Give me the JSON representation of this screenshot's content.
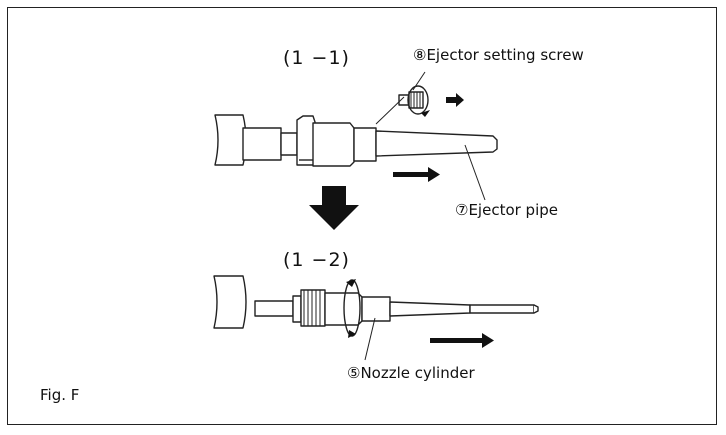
{
  "figure": {
    "caption": "Fig. F",
    "step1_label": "(1 −1)",
    "step2_label": "(1 −2)",
    "callouts": {
      "ejector_setting_screw": "⑧Ejector setting screw",
      "ejector_pipe": "⑦Ejector pipe",
      "nozzle_cylinder": "⑤Nozzle cylinder"
    }
  },
  "colors": {
    "stroke": "#222222",
    "fill": "#ffffff",
    "arrow": "#111111"
  }
}
